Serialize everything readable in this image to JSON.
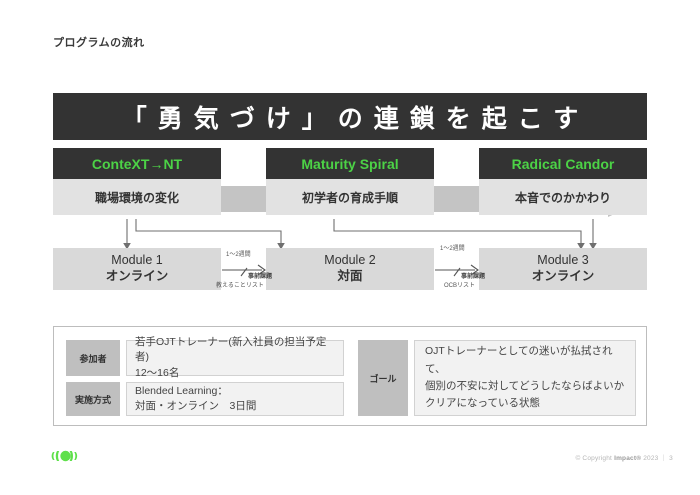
{
  "page": {
    "title": "プログラムの流れ",
    "banner": "「勇気づけ」の連鎖を起こす"
  },
  "colors": {
    "accent_green": "#4CD246",
    "banner_bg": "#333333",
    "pillar_sub_bg": "#e2e2e2",
    "module_bg": "#d9d9d9",
    "label_bg": "#bfbfbf",
    "value_bg": "#f2f2f2",
    "arrow_gray": "#c4c4c4"
  },
  "pillars": [
    {
      "head": "ConteXT→NT",
      "sub": "職場環境の変化"
    },
    {
      "head": "Maturity Spiral",
      "sub": "初学者の育成手順"
    },
    {
      "head": "Radical Candor",
      "sub": "本音でのかかわり"
    }
  ],
  "modules": [
    {
      "line1": "Module 1",
      "line2": "オンライン"
    },
    {
      "line1": "Module 2",
      "line2": "対面"
    },
    {
      "line1": "Module 3",
      "line2": "オンライン"
    }
  ],
  "connectors": [
    {
      "weeks": "1〜2週間",
      "task": "事前課題",
      "sub": "教えることリスト"
    },
    {
      "weeks": "1〜2週間",
      "task": "事前課題",
      "sub": "OCBリスト"
    }
  ],
  "info_table": {
    "rows": [
      {
        "label": "参加者",
        "value_line1": "若手OJTトレーナー(新入社員の担当予定者)",
        "value_line2": "12〜16名"
      },
      {
        "label": "実施方式",
        "value_line1": "Blended Learning：",
        "value_line2": "対面・オンライン　3日間"
      }
    ],
    "goal": {
      "label": "ゴール",
      "line1": "OJTトレーナーとしての迷いが払拭されて、",
      "line2": "個別の不安に対してどうしたならばよいか",
      "line3": "クリアになっている状態"
    }
  },
  "footer": {
    "copyright_prefix": "© Copyright ",
    "brand": "Impact®",
    "copyright_suffix": " 2023  ｜ 3"
  }
}
